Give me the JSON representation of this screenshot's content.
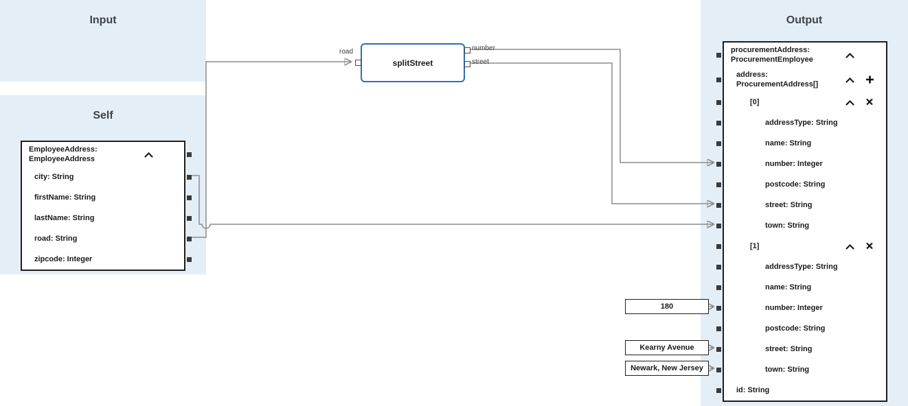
{
  "panels": {
    "input": {
      "title": "Input"
    },
    "self": {
      "title": "Self"
    },
    "output": {
      "title": "Output"
    }
  },
  "self_card": {
    "header": "EmployeeAddress:\nEmployeeAddress",
    "fields": [
      "city: String",
      "firstName: String",
      "lastName: String",
      "road: String",
      "zipcode: Integer"
    ]
  },
  "transform": {
    "label": "splitStreet",
    "input_port": "road",
    "output_ports": [
      "number",
      "street"
    ]
  },
  "constants": [
    "180",
    "Kearny Avenue",
    "Newark, New Jersey"
  ],
  "output_card": {
    "header": "procurementAddress:\nProcurementEmployee",
    "rows": [
      "address:\nProcurementAddress[]",
      "[0]",
      "addressType: String",
      "name: String",
      "number: Integer",
      "postcode: String",
      "street: String",
      "town: String",
      "[1]",
      "addressType: String",
      "name: String",
      "number: Integer",
      "postcode: String",
      "street: String",
      "town: String",
      "id: String"
    ]
  },
  "colors": {
    "panel_bg": "#e4eef6",
    "transform_border": "#2a6fb5",
    "wire": "#8c8c8c"
  }
}
